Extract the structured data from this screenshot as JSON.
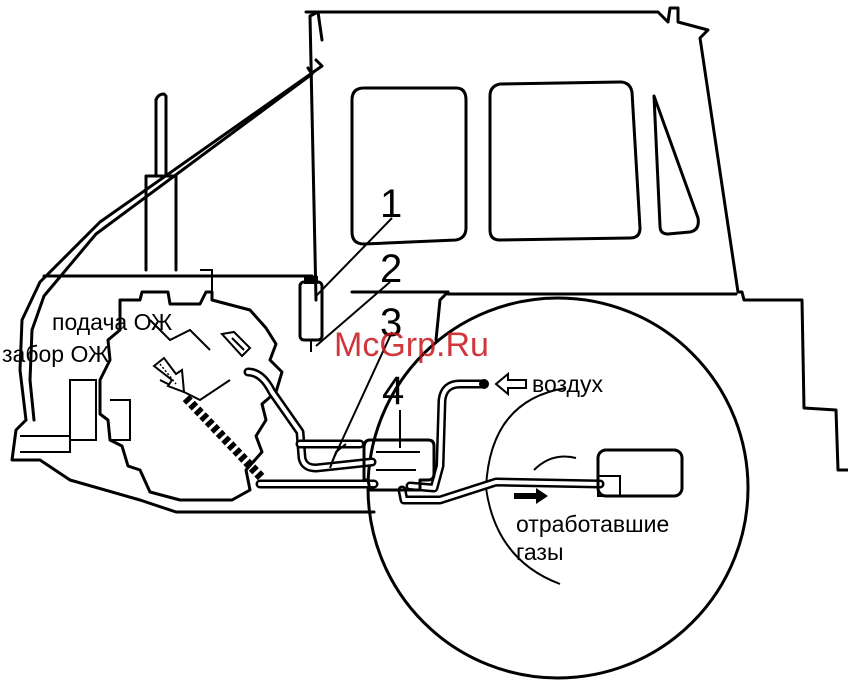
{
  "labels": {
    "part1": "1",
    "part2": "2",
    "part3": "3",
    "part4": "4",
    "coolant_supply": "подача ОЖ",
    "coolant_intake": "забор ОЖ",
    "air": "воздух",
    "exhaust_line1": "отработавшие",
    "exhaust_line2": "газы"
  },
  "watermark": "McGrp.Ru",
  "colors": {
    "line": "#000000",
    "background": "#ffffff",
    "watermark": "#c8141b"
  },
  "icons": {
    "air_arrow": "hollow-arrow-left-icon",
    "exhaust_arrow": "solid-arrow-right-icon",
    "coolant_supply_arrow": "hatched-arrow-icon",
    "coolant_intake_arrow": "hatched-arrow-icon"
  }
}
